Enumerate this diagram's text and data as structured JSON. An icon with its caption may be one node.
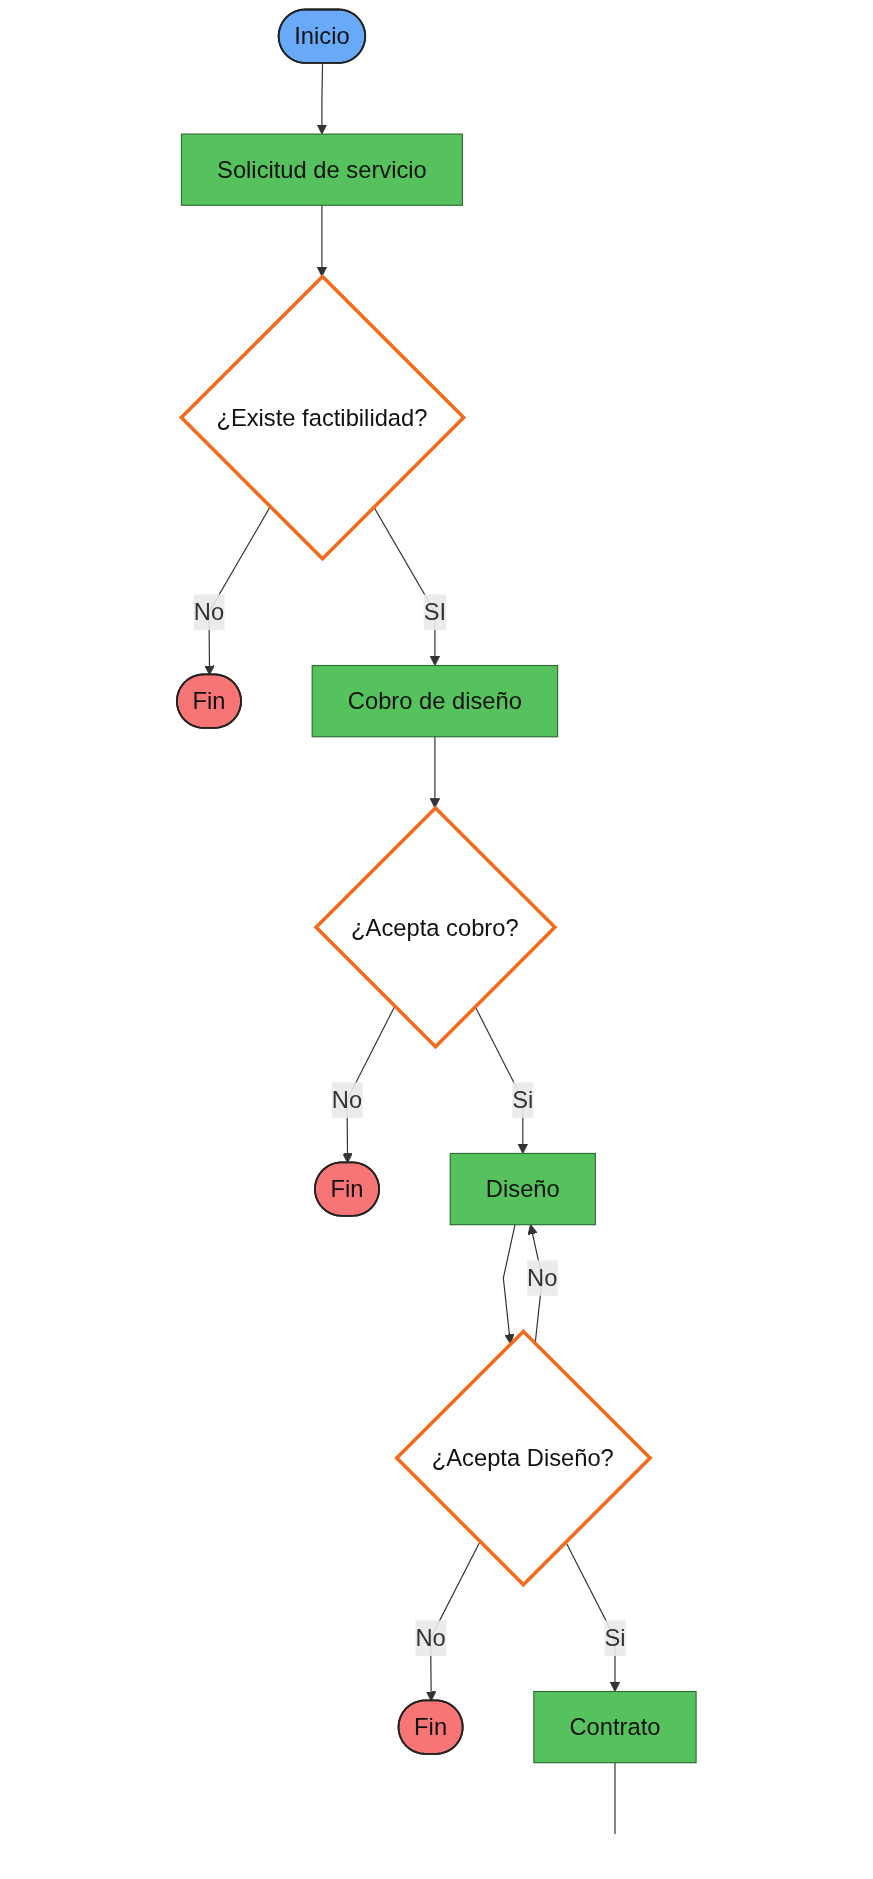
{
  "diagram": {
    "nodes": [
      {
        "text": [
          "Inicio"
        ]
      },
      {
        "text": [
          "Solicitud de servicio"
        ]
      },
      {
        "text": [
          "¿Existe factibilidad?"
        ]
      },
      {
        "text": [
          "Fin"
        ]
      },
      {
        "text": [
          "Cobro de diseño"
        ]
      },
      {
        "text": [
          "¿Acepta cobro?"
        ]
      },
      {
        "text": [
          "Fin"
        ]
      },
      {
        "text": [
          "Diseño"
        ]
      },
      {
        "text": [
          "¿Acepta Diseño?"
        ]
      },
      {
        "text": [
          "Fin"
        ]
      },
      {
        "text": [
          "Contrato"
        ]
      }
    ],
    "edges": [
      {
        "from": 0,
        "to": 1,
        "arrow": "to"
      },
      {
        "from": 1,
        "to": 2,
        "arrow": "to"
      },
      {
        "from": 2,
        "to": 3,
        "arrow": "to",
        "label": "No"
      },
      {
        "from": 2,
        "to": 4,
        "arrow": "to",
        "label": "SI"
      },
      {
        "from": 4,
        "to": 5,
        "arrow": "to"
      },
      {
        "from": 5,
        "to": 6,
        "arrow": "to",
        "label": "No"
      },
      {
        "from": 5,
        "to": 7,
        "arrow": "to",
        "label": "Si"
      },
      {
        "from": 7,
        "to": 8,
        "arrow": "to"
      },
      {
        "from": 8,
        "to": 9,
        "arrow": "to",
        "label": "No"
      },
      {
        "from": 8,
        "to": 7,
        "arrow": "to",
        "label": "No"
      },
      {
        "from": 8,
        "to": 10,
        "arrow": "to",
        "label": "Si"
      },
      {
        "from": 10,
        "to": null,
        "arrow": "none"
      }
    ]
  }
}
